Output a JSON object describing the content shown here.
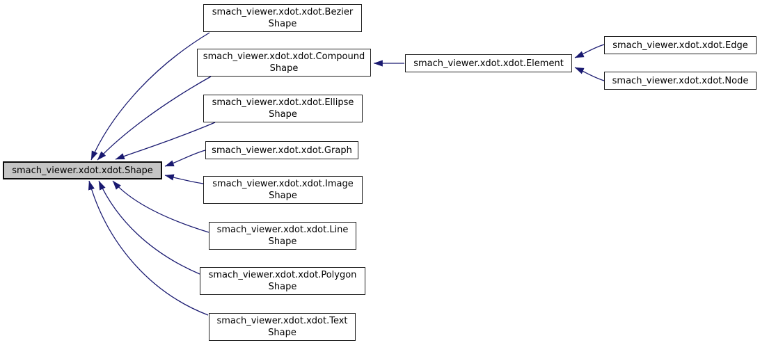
{
  "diagram": {
    "type": "class-inheritance-graph",
    "style": "doxygen-graphviz",
    "colors": {
      "arrow": "#191970",
      "node_border": "#1f1f1f",
      "node_fill": "#ffffff",
      "highlighted_node_fill": "#c5c5c5",
      "background": "#ffffff",
      "text": "#000000"
    }
  },
  "nodes": [
    {
      "id": "shape",
      "lines": [
        "smach_viewer.xdot.xdot.Shape"
      ],
      "highlighted": true
    },
    {
      "id": "bezier_shape",
      "lines": [
        "smach_viewer.xdot.xdot.Bezier",
        "Shape"
      ],
      "highlighted": false
    },
    {
      "id": "compound_shape",
      "lines": [
        "smach_viewer.xdot.xdot.Compound",
        "Shape"
      ],
      "highlighted": false
    },
    {
      "id": "ellipse_shape",
      "lines": [
        "smach_viewer.xdot.xdot.Ellipse",
        "Shape"
      ],
      "highlighted": false
    },
    {
      "id": "graph",
      "lines": [
        "smach_viewer.xdot.xdot.Graph"
      ],
      "highlighted": false
    },
    {
      "id": "image_shape",
      "lines": [
        "smach_viewer.xdot.xdot.Image",
        "Shape"
      ],
      "highlighted": false
    },
    {
      "id": "line_shape",
      "lines": [
        "smach_viewer.xdot.xdot.Line",
        "Shape"
      ],
      "highlighted": false
    },
    {
      "id": "polygon_shape",
      "lines": [
        "smach_viewer.xdot.xdot.Polygon",
        "Shape"
      ],
      "highlighted": false
    },
    {
      "id": "text_shape",
      "lines": [
        "smach_viewer.xdot.xdot.Text",
        "Shape"
      ],
      "highlighted": false
    },
    {
      "id": "element",
      "lines": [
        "smach_viewer.xdot.xdot.Element"
      ],
      "highlighted": false
    },
    {
      "id": "edge",
      "lines": [
        "smach_viewer.xdot.xdot.Edge"
      ],
      "highlighted": false
    },
    {
      "id": "node",
      "lines": [
        "smach_viewer.xdot.xdot.Node"
      ],
      "highlighted": false
    }
  ],
  "edges": [
    {
      "from": "bezier_shape",
      "to": "shape",
      "relation": "inherits"
    },
    {
      "from": "compound_shape",
      "to": "shape",
      "relation": "inherits"
    },
    {
      "from": "ellipse_shape",
      "to": "shape",
      "relation": "inherits"
    },
    {
      "from": "graph",
      "to": "shape",
      "relation": "inherits"
    },
    {
      "from": "image_shape",
      "to": "shape",
      "relation": "inherits"
    },
    {
      "from": "line_shape",
      "to": "shape",
      "relation": "inherits"
    },
    {
      "from": "polygon_shape",
      "to": "shape",
      "relation": "inherits"
    },
    {
      "from": "text_shape",
      "to": "shape",
      "relation": "inherits"
    },
    {
      "from": "element",
      "to": "compound_shape",
      "relation": "inherits"
    },
    {
      "from": "edge",
      "to": "element",
      "relation": "inherits"
    },
    {
      "from": "node",
      "to": "element",
      "relation": "inherits"
    }
  ]
}
